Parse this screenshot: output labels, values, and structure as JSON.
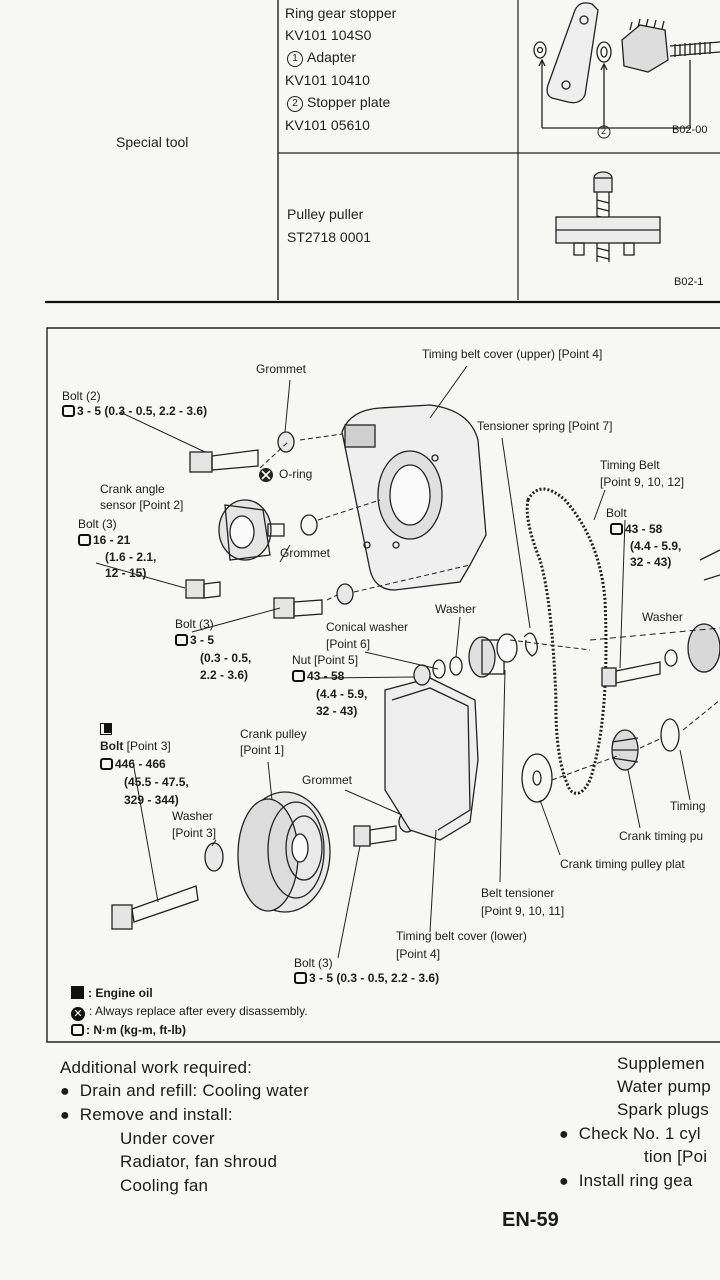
{
  "table": {
    "special_tool": "Special tool",
    "ring_gear": {
      "name": "Ring gear stopper",
      "code": "KV101 104S0",
      "adapter_num": "1",
      "adapter": "Adapter",
      "adapter_code": "KV101 10410",
      "stopper_num": "2",
      "stopper": "Stopper plate",
      "stopper_code": "KV101 05610",
      "fig_ref": "B02-00",
      "callout": "2"
    },
    "pulley_puller": {
      "name": "Pulley puller",
      "code": "ST2718 0001",
      "fig_ref": "B02-1"
    }
  },
  "diagram": {
    "grommet_top": "Grommet",
    "timing_cover_upper": "Timing belt cover (upper) [Point 4]",
    "bolt2": "Bolt (2)",
    "bolt2_torque": "3 - 5 (0.3 - 0.5, 2.2 - 3.6)",
    "tensioner_spring": "Tensioner spring [Point 7]",
    "timing_belt": "Timing Belt",
    "timing_belt_pt": "[Point 9, 10, 12]",
    "oring": "O-ring",
    "crank_sensor1": "Crank angle",
    "crank_sensor2": "sensor [Point 2]",
    "bolt3a": "Bolt (3)",
    "bolt3a_t1": "16 - 21",
    "bolt3a_t2": "(1.6 - 2.1,",
    "bolt3a_t3": "12 - 15)",
    "grommet_mid": "Grommet",
    "bolt_r": "Bolt",
    "bolt_r_t1": "43 - 58",
    "bolt_r_t2": "(4.4 - 5.9,",
    "bolt_r_t3": "32 - 43)",
    "washer_top": "Washer",
    "washer_right": "Washer",
    "conical_washer": "Conical washer",
    "conical_pt": "[Point 6]",
    "bolt3b": "Bolt (3)",
    "bolt3b_t1": "3 - 5",
    "bolt3b_t2": "(0.3 - 0.5,",
    "bolt3b_t3": "2.2 - 3.6)",
    "nut": "Nut [Point 5]",
    "nut_t1": "43 - 58",
    "nut_t2": "(4.4 - 5.9,",
    "nut_t3": "32 - 43)",
    "bolt_p3": "Bolt",
    "bolt_p3_pt": "[Point 3]",
    "bolt_p3_t1": "446 - 466",
    "bolt_p3_t2": "(45.5 - 47.5,",
    "bolt_p3_t3": "329 - 344)",
    "crank_pulley": "Crank pulley",
    "crank_pulley_pt": "[Point 1]",
    "grommet_low": "Grommet",
    "washer_p3": "Washer",
    "washer_p3_pt": "[Point 3]",
    "timing_r": "Timing",
    "crank_timing_pu": "Crank timing pu",
    "crank_timing_plate": "Crank timing pulley plat",
    "belt_tensioner": "Belt tensioner",
    "belt_tensioner_pt": "[Point 9, 10, 11]",
    "timing_cover_lower": "Timing belt cover (lower)",
    "timing_cover_lower_pt": "[Point 4]",
    "bolt3c": "Bolt (3)",
    "bolt3c_torque": "3 - 5 (0.3 - 0.5, 2.2 - 3.6)"
  },
  "legend": {
    "engine_oil": ": Engine oil",
    "replace": ": Always replace after every disassembly.",
    "nm": ": N·m (kg-m, ft-lb)"
  },
  "work": {
    "title": "Additional work required:",
    "items": [
      "Drain and refill: Cooling water",
      "Remove and install:"
    ],
    "sub": [
      "Under cover",
      "Radiator, fan shroud",
      "Cooling fan"
    ],
    "right1": "Supplemen",
    "right2": "Water pump",
    "right3": "Spark plugs",
    "right4": "Check No. 1 cyl",
    "right5": "tion [Poi",
    "right6": "Install ring gea"
  },
  "page_number": "EN-59"
}
